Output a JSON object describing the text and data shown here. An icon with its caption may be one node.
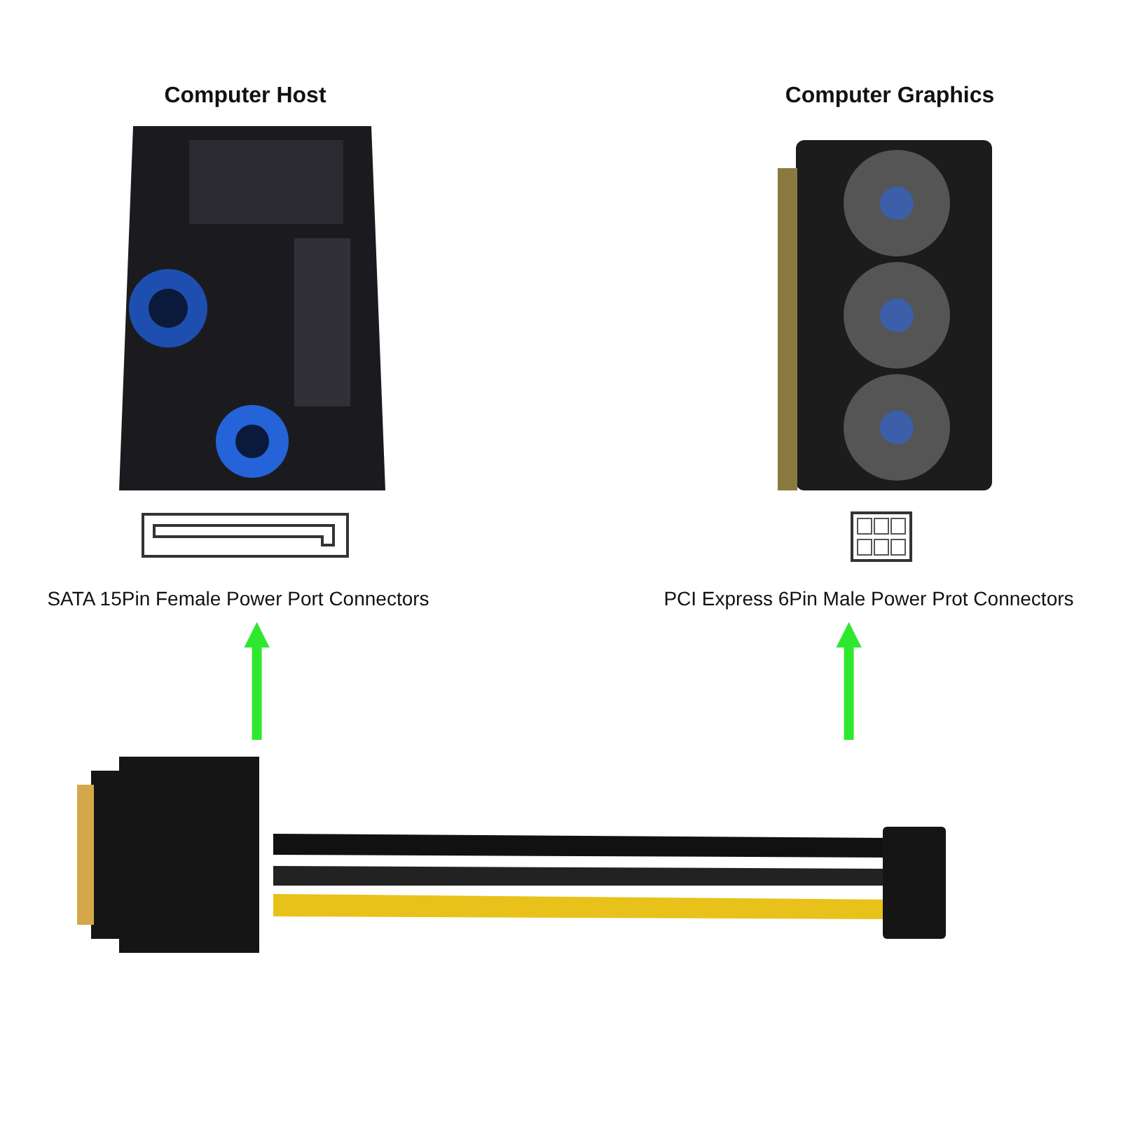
{
  "diagram": {
    "nodes": [
      {
        "text": [
          "Computer Host"
        ]
      },
      {
        "text": [
          "Computer Graphics"
        ]
      },
      {
        "text": [
          "SATA 15Pin Female Power Port Connectors"
        ]
      },
      {
        "text": [
          "PCI Express 6Pin Male Power Prot Connectors"
        ]
      },
      {
        "text": [],
        "shape": "picture"
      }
    ],
    "edges": [
      {
        "from": 4,
        "to": 2,
        "arrow": "to"
      },
      {
        "from": 4,
        "to": 3,
        "arrow": "to"
      }
    ]
  }
}
